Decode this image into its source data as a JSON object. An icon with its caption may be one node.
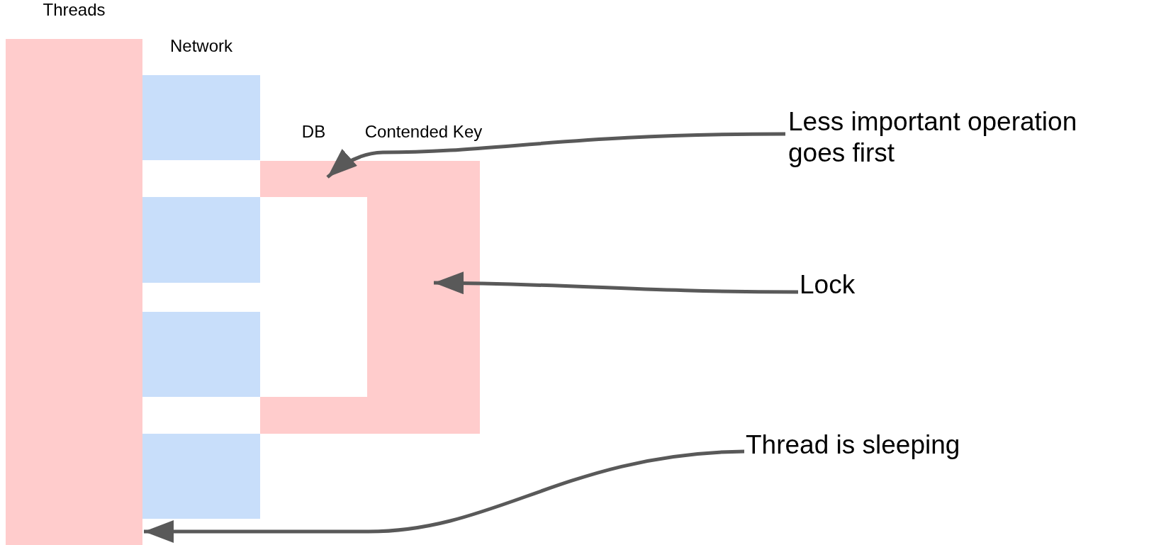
{
  "diagram": {
    "nodes": [
      {
        "text": [
          "Threads"
        ]
      },
      {
        "text": [
          "Network"
        ]
      },
      {
        "text": [],
        "shape": "box"
      },
      {
        "text": [],
        "shape": "box"
      },
      {
        "text": [],
        "shape": "box"
      },
      {
        "text": [
          "DB"
        ]
      },
      {
        "text": [
          "Contended Key"
        ]
      },
      {
        "text": [],
        "shape": "box"
      },
      {
        "text": [
          "Less important operation goes first"
        ]
      },
      {
        "text": [
          "Lock"
        ]
      },
      {
        "text": [
          "Thread is sleeping"
        ]
      }
    ],
    "edges": [
      {
        "from": 8,
        "to": 5,
        "arrow": "to"
      },
      {
        "from": 9,
        "to": 6,
        "arrow": "to"
      },
      {
        "from": 10,
        "to": 0,
        "arrow": "to"
      }
    ]
  }
}
